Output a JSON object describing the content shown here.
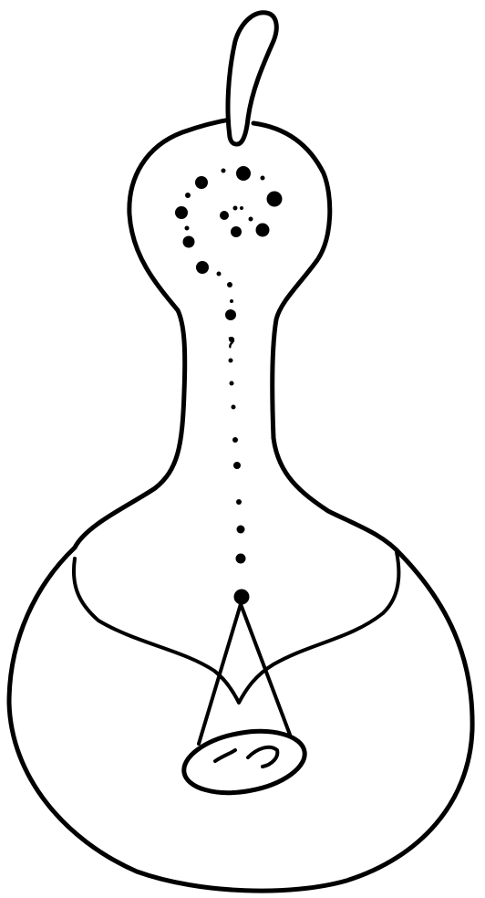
{
  "drawing": {
    "ink_color": "#000000",
    "paper_color": "#ffffff",
    "parts": [
      "stem",
      "upper-bulb",
      "neck",
      "lower-body",
      "inner-collar",
      "spiral-dots",
      "vertical-dots",
      "pendulum-cone",
      "oval-disc"
    ]
  }
}
